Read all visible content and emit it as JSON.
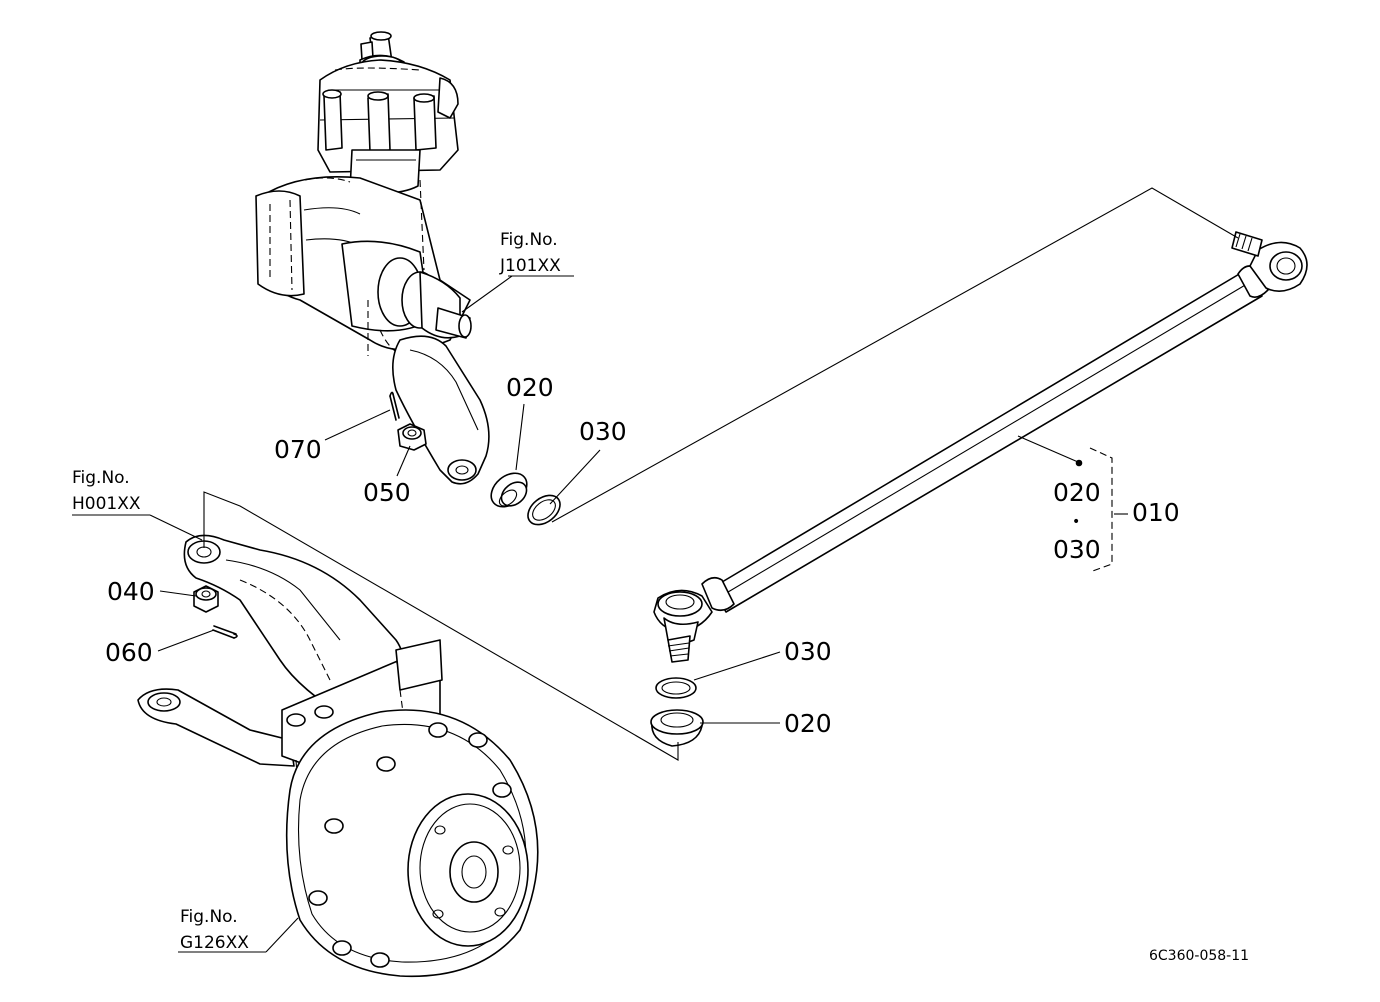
{
  "figure_code": "6C360-058-11",
  "references": {
    "steering_gearbox": {
      "prefix": "Fig.No.",
      "code": "J101XX"
    },
    "front_axle": {
      "prefix": "Fig.No.",
      "code": "H001XX"
    },
    "hub": {
      "prefix": "Fig.No.",
      "code": "G126XX"
    }
  },
  "parts": {
    "p010": "010",
    "p020_upper": "020",
    "p030_upper": "030",
    "p020_lower": "020",
    "p030_lower": "030",
    "p020_group": "020",
    "p030_group": "030",
    "p040": "040",
    "p050": "050",
    "p060": "060",
    "p070": "070",
    "group_separator": "•"
  }
}
